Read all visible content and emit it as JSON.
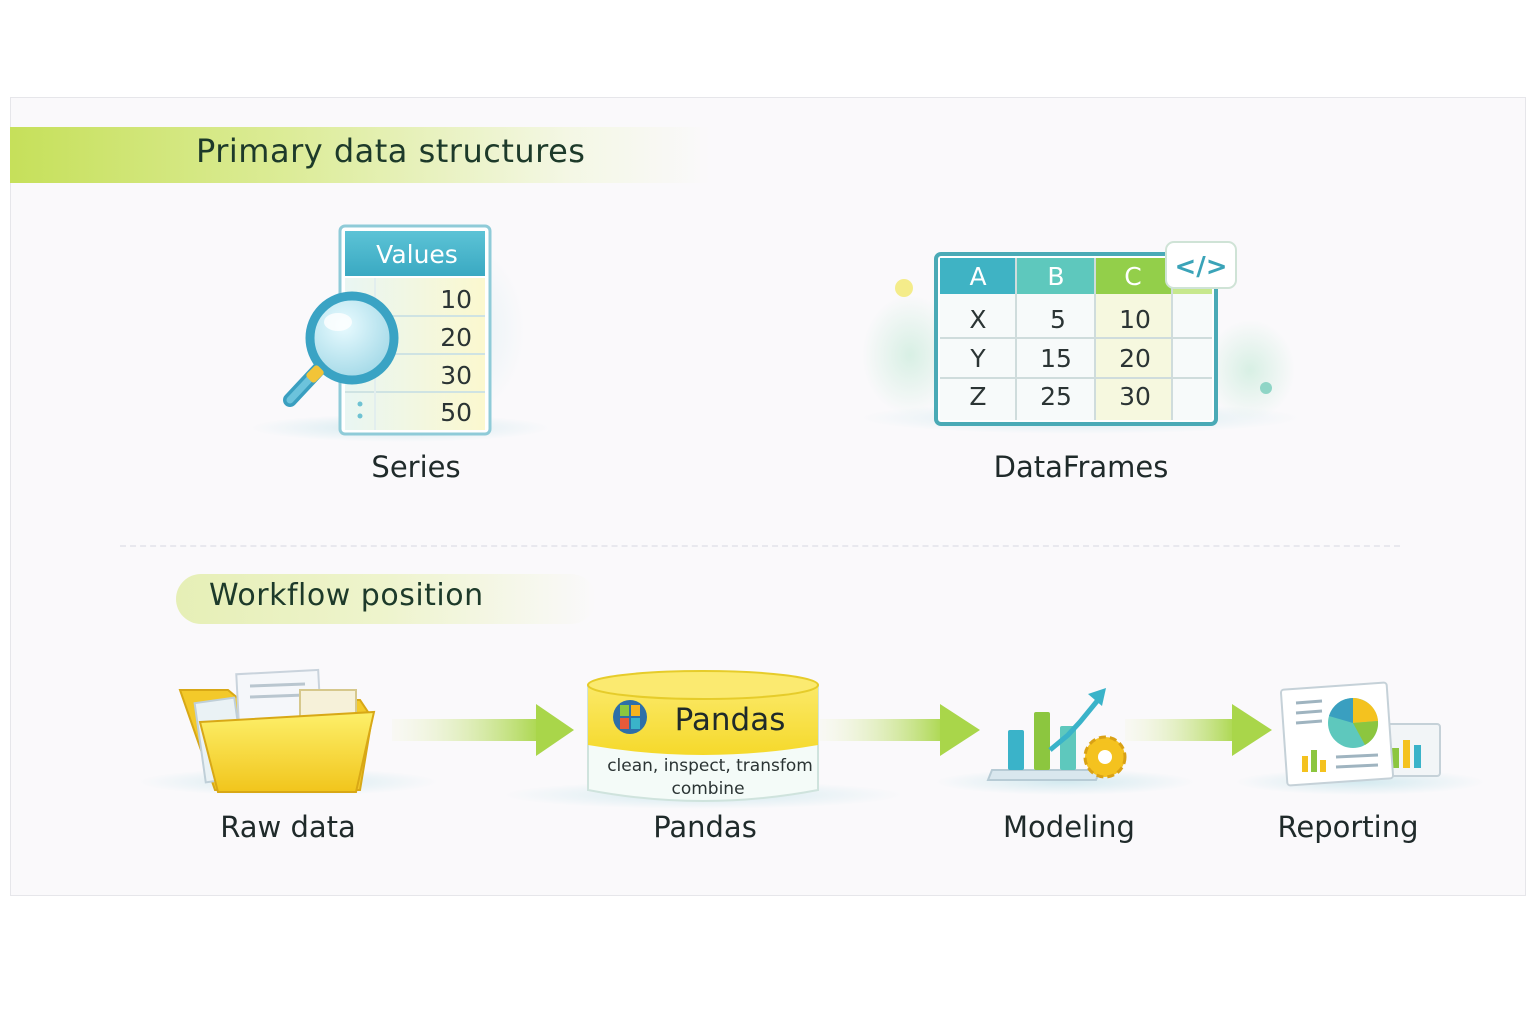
{
  "sections": {
    "structures_title": "Primary data structures",
    "workflow_title": "Workflow position"
  },
  "series": {
    "header": "Values",
    "values": [
      "10",
      "20",
      "30",
      "50"
    ],
    "label": "Series"
  },
  "dataframe": {
    "columns": [
      "A",
      "B",
      "C"
    ],
    "rows": [
      {
        "index": "X",
        "cells": [
          "5",
          "10"
        ]
      },
      {
        "index": "Y",
        "cells": [
          "15",
          "20"
        ]
      },
      {
        "index": "Z",
        "cells": [
          "25",
          "30"
        ]
      }
    ],
    "code_badge": "</>",
    "label": "DataFrames"
  },
  "workflow": {
    "steps": [
      {
        "label": "Raw data"
      },
      {
        "label": "Pandas",
        "badge_title": "Pandas",
        "desc_line1": "clean, inspect, transfom",
        "desc_line2": "combine"
      },
      {
        "label": "Modeling"
      },
      {
        "label": "Reporting"
      }
    ]
  },
  "colors": {
    "accent_green": "#8cc63f",
    "accent_teal": "#3ab3c9",
    "accent_yellow": "#f6dd3a",
    "banner_green": "#c6e05a"
  }
}
